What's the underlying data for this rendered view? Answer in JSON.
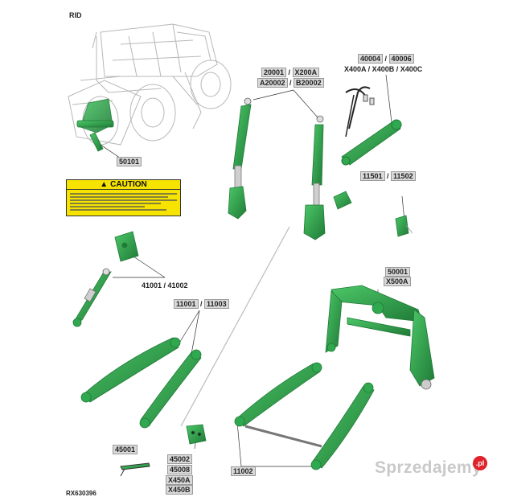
{
  "view_label": "RID",
  "drawing_id": "RX630396",
  "caution_label": {
    "part": "50101",
    "heading": "CAUTION"
  },
  "callouts": {
    "top_link_1": "20001",
    "top_link_2": "X200A",
    "top_link_3": "A20002",
    "top_link_4": "B20002",
    "hydraulic_1": "40004",
    "hydraulic_2": "40006",
    "hydraulic_3": "X400A / X400B / X400C",
    "pin_1": "11501",
    "pin_2": "11502",
    "stabilizer_1": "41001 / 41002",
    "lower_link_1": "11001",
    "lower_link_2": "11003",
    "quick_hitch_1": "50001",
    "quick_hitch_2": "X500A",
    "lower_link_3": "11002",
    "bracket_1": "45001",
    "bracket_2": "45002",
    "bracket_3": "45008",
    "bracket_4": "X450A",
    "bracket_5": "X450B"
  },
  "watermark": {
    "text": "Sprzedajemy",
    "badge": ".pl"
  },
  "colors": {
    "part_green": "#2fa84f",
    "part_dark": "#1f7a37",
    "label_bg": "#d9d9d9",
    "caution_yellow": "#f6e400"
  }
}
